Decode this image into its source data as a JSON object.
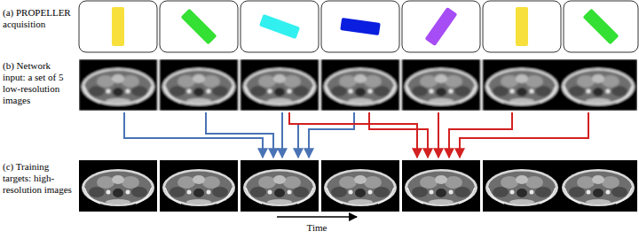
{
  "diagram": {
    "labels": [
      "(a) PROPELLER acquisition",
      "(b) Network input: a set of 5 low-resolution images",
      "(c) Training targets: high-resolution images",
      "Time"
    ]
  }
}
